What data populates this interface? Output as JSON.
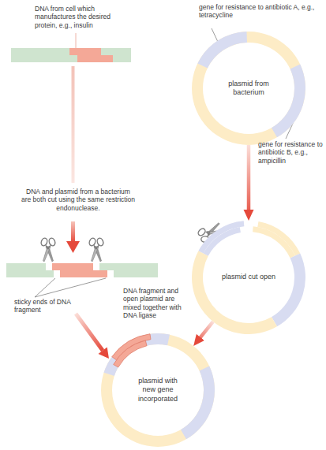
{
  "diagram": {
    "nodes": [
      {
        "text": [
          "plasmid from bacterium"
        ]
      },
      {
        "text": [
          "plasmid cut open"
        ]
      },
      {
        "text": [
          "plasmid with new gene incorporated"
        ]
      }
    ],
    "edges": [
      {
        "from": 0,
        "to": 1,
        "arrow": "to"
      },
      {
        "from": 1,
        "to": 2,
        "arrow": "to"
      }
    ],
    "labels": [
      "DNA from cell which manufactures the desired protein, e.g., insulin",
      "gene for resistance to antibiotic A, e.g., tetracycline",
      "gene for resistance to antibiotic B, e.g., ampicillin",
      "DNA and plasmid from a bacterium are both cut using the same restriction endonuclease.",
      "sticky ends of DNA fragment",
      "DNA fragment and open plasmid are mixed together with DNA ligase"
    ]
  }
}
